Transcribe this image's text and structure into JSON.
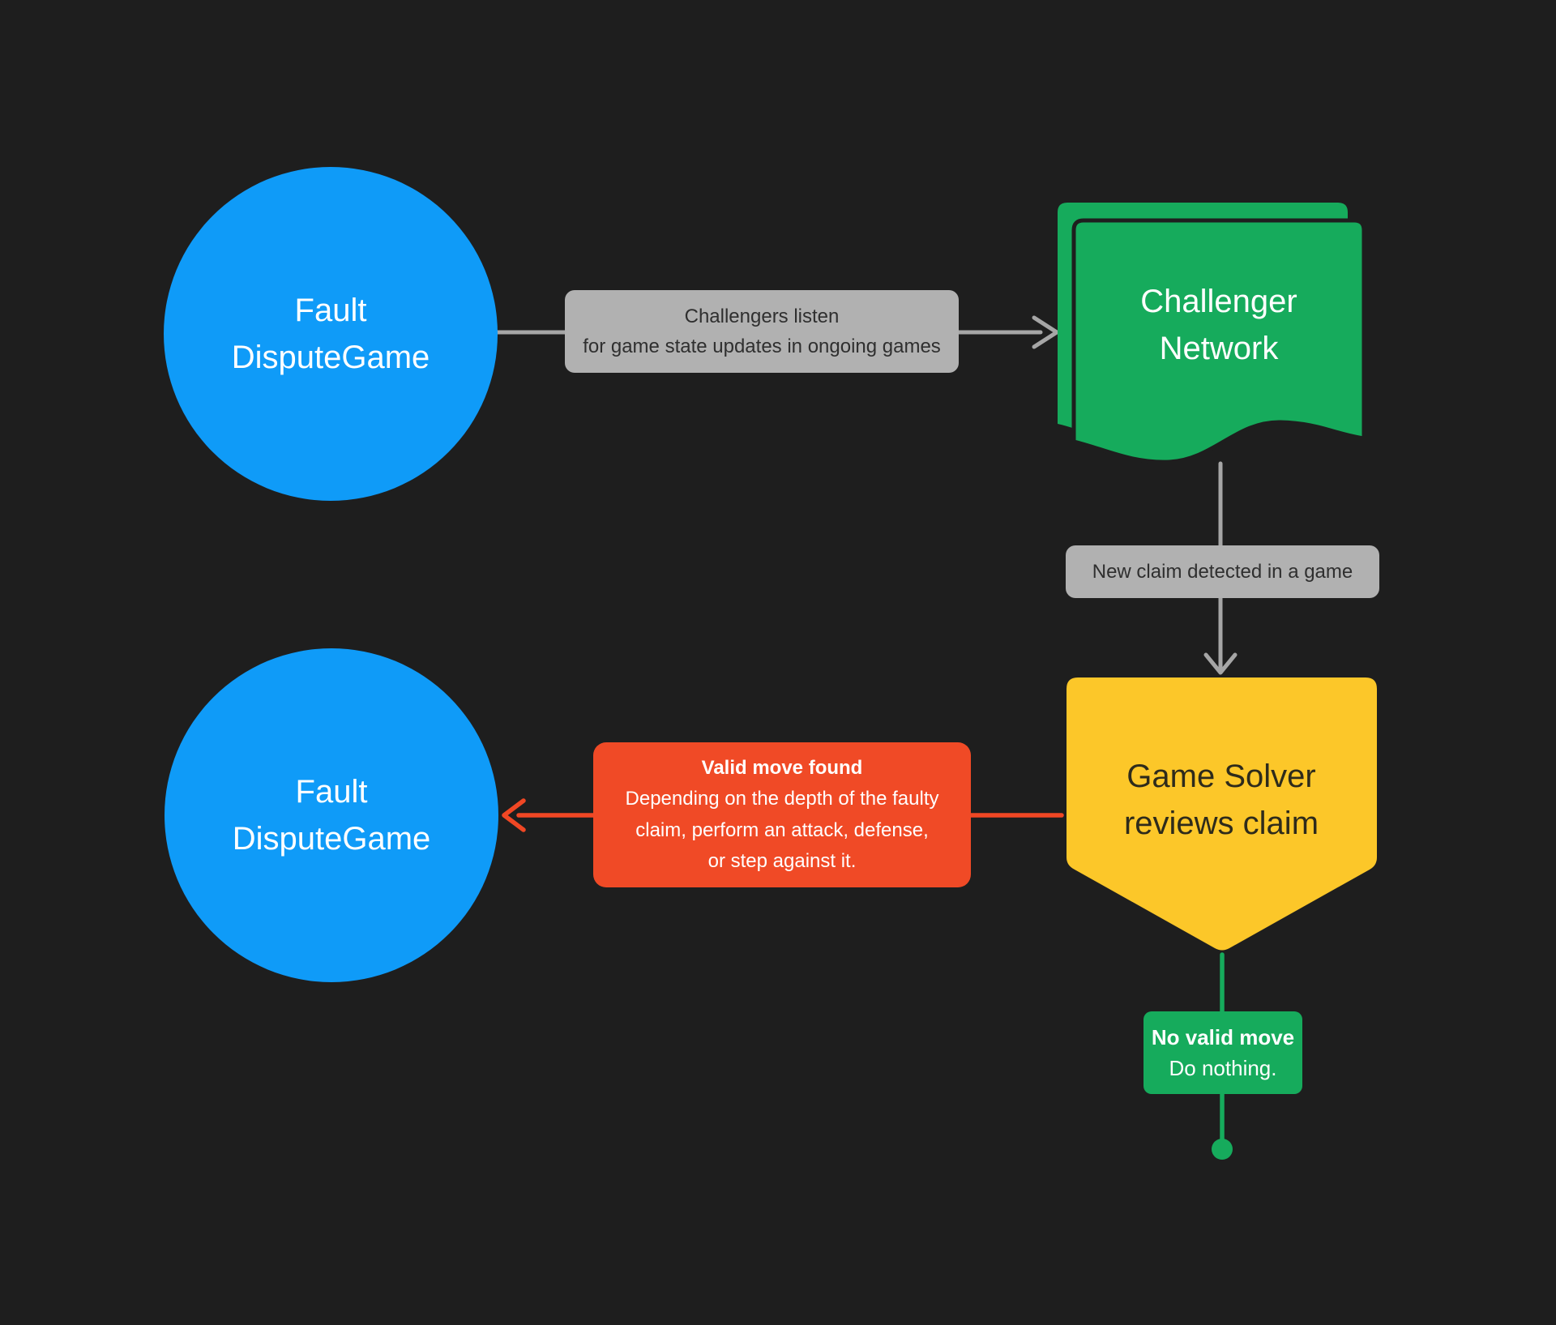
{
  "canvas": {
    "background": "#1E1E1E"
  },
  "palette": {
    "blue": "#0F9BF8",
    "green": "#16AB5C",
    "yellow": "#FCC729",
    "red": "#F04A26",
    "gray_sticker": "#B1B1B1",
    "gray_line": "#A6A6A6"
  },
  "nodes": {
    "fdg_top": {
      "line1": "Fault",
      "line2": "DisputeGame"
    },
    "challenger": {
      "line1": "Challenger",
      "line2": "Network"
    },
    "solver": {
      "line1": "Game Solver",
      "line2": "reviews claim"
    },
    "fdg_bottom": {
      "line1": "Fault",
      "line2": "DisputeGame"
    }
  },
  "labels": {
    "listen": {
      "line1": "Challengers listen",
      "line2": "for game state updates in ongoing games"
    },
    "new_claim": "New claim detected in a game",
    "valid_move": {
      "title": "Valid move found",
      "line1": "Depending on the depth of the faulty",
      "line2": "claim, perform an attack, defense,",
      "line3": "or step against it."
    },
    "no_valid_move": {
      "title": "No valid move",
      "body": "Do nothing."
    }
  }
}
